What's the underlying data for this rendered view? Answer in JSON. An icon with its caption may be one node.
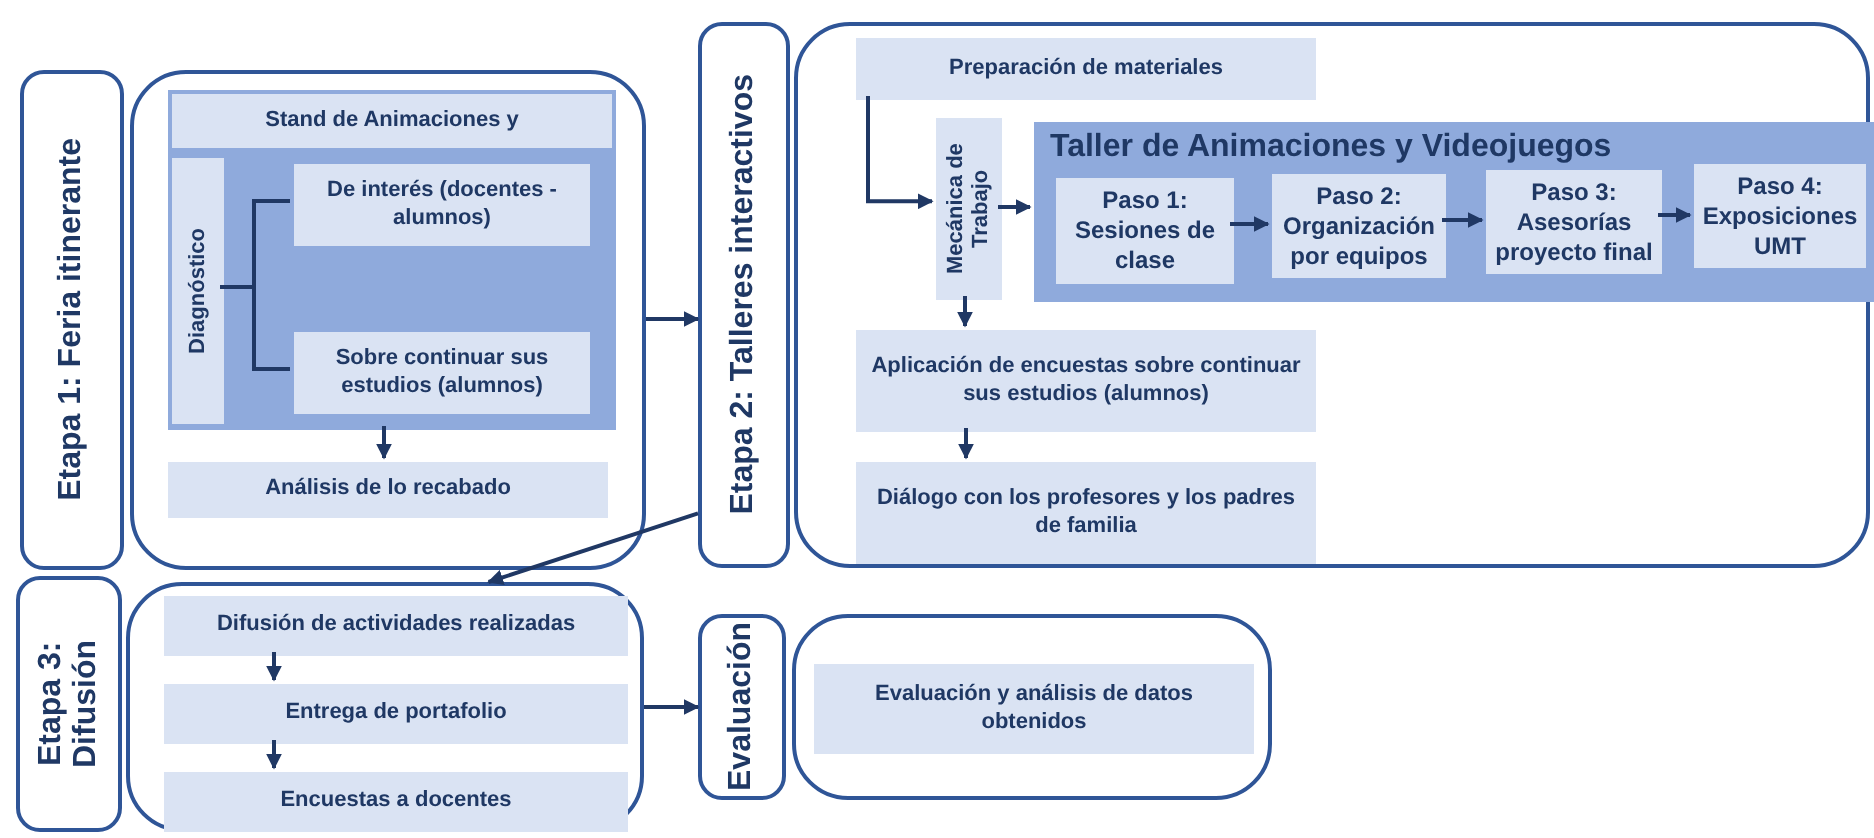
{
  "diagram": {
    "nodes": [
      {
        "text": [
          "Etapa 1: Feria itinerante"
        ]
      },
      {
        "text": [],
        "shape": "box"
      },
      {
        "text": [],
        "shape": "box",
        "in": 1
      },
      {
        "text": [
          "Stand de Animaciones y"
        ],
        "in": 2
      },
      {
        "text": [
          "Diagnóstico"
        ],
        "in": 2
      },
      {
        "text": [
          "De interés (docentes - alumnos)"
        ],
        "in": 2
      },
      {
        "text": [
          "Sobre continuar sus estudios (alumnos)"
        ],
        "in": 2
      },
      {
        "text": [
          "Análisis de lo recabado"
        ],
        "in": 1
      },
      {
        "text": [
          "Etapa 2: Talleres interactivos"
        ]
      },
      {
        "text": [],
        "shape": "box"
      },
      {
        "text": [
          "Preparación de materiales"
        ],
        "in": 9
      },
      {
        "text": [
          "Mecánica de Trabajo"
        ],
        "in": 9
      },
      {
        "text": [
          "Taller de Animaciones y Videojuegos"
        ],
        "in": 9
      },
      {
        "text": [
          "Paso 1: Sesiones de clase"
        ],
        "in": 12
      },
      {
        "text": [
          "Paso 2: Organización por equipos"
        ],
        "in": 12
      },
      {
        "text": [
          "Paso 3: Asesorías proyecto final"
        ],
        "in": 12
      },
      {
        "text": [
          "Paso 4: Exposiciones UMT"
        ],
        "in": 12
      },
      {
        "text": [
          "Aplicación de encuestas sobre continuar sus estudios (alumnos)"
        ],
        "in": 9
      },
      {
        "text": [
          "Diálogo con los profesores y los padres de familia"
        ],
        "in": 9
      },
      {
        "text": [
          "Etapa 3: Difusión"
        ]
      },
      {
        "text": [],
        "shape": "box"
      },
      {
        "text": [
          "Difusión de actividades realizadas"
        ],
        "in": 20
      },
      {
        "text": [
          "Entrega de portafolio"
        ],
        "in": 20
      },
      {
        "text": [
          "Encuestas a docentes"
        ],
        "in": 20
      },
      {
        "text": [
          "Evaluación"
        ]
      },
      {
        "text": [],
        "shape": "box"
      },
      {
        "text": [
          "Evaluación y análisis de datos obtenidos"
        ],
        "in": 25
      }
    ],
    "edges": [
      {
        "from": 4,
        "to": 5,
        "arrow": "none"
      },
      {
        "from": 4,
        "to": 6,
        "arrow": "none"
      },
      {
        "from": 2,
        "to": 7,
        "arrow": "to"
      },
      {
        "from": 1,
        "to": 8,
        "arrow": "to"
      },
      {
        "from": 8,
        "to": 20,
        "arrow": "to"
      },
      {
        "from": 10,
        "to": 11,
        "arrow": "to"
      },
      {
        "from": 11,
        "to": 12,
        "arrow": "to"
      },
      {
        "from": 13,
        "to": 14,
        "arrow": "to"
      },
      {
        "from": 14,
        "to": 15,
        "arrow": "to"
      },
      {
        "from": 15,
        "to": 16,
        "arrow": "to"
      },
      {
        "from": 11,
        "to": 17,
        "arrow": "to"
      },
      {
        "from": 17,
        "to": 18,
        "arrow": "to"
      },
      {
        "from": 21,
        "to": 22,
        "arrow": "to"
      },
      {
        "from": 22,
        "to": 23,
        "arrow": "to"
      },
      {
        "from": 20,
        "to": 24,
        "arrow": "to"
      }
    ]
  }
}
